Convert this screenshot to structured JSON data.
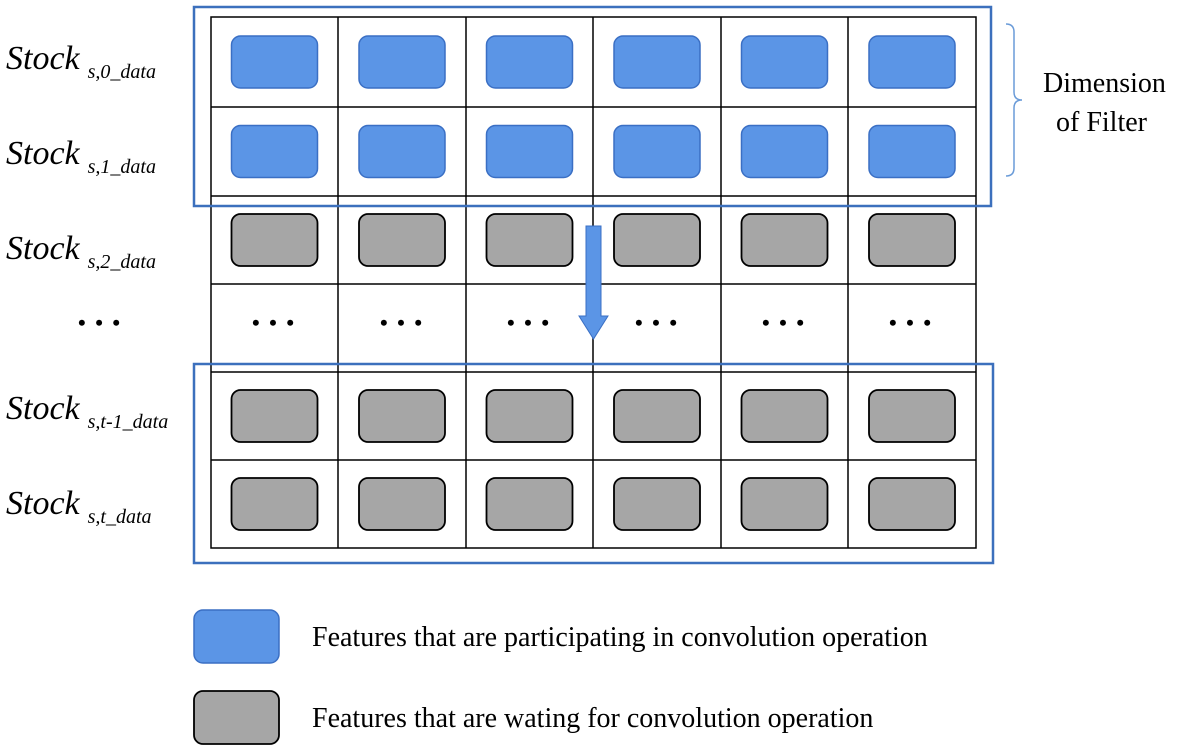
{
  "row_labels": [
    {
      "main": "Stock",
      "sub": "s,0_data"
    },
    {
      "main": "Stock",
      "sub": "s,1_data"
    },
    {
      "main": "Stock",
      "sub": "s,2_data"
    },
    {
      "main": "Stock",
      "sub": "s,t-1_data"
    },
    {
      "main": "Stock",
      "sub": "s,t_data"
    }
  ],
  "ellipsis": "…",
  "filter_label": {
    "line1": "Dimension",
    "line2": "of Filter"
  },
  "legend": {
    "participating": "Features that are participating in convolution operation",
    "waiting": "Features that are wating for convolution operation"
  },
  "grid": {
    "columns": 6,
    "rows": [
      "active",
      "active",
      "waiting",
      "ellipsis",
      "waiting",
      "waiting"
    ]
  },
  "colors": {
    "active_fill": "#5b95e6",
    "active_stroke": "#3a6fc4",
    "waiting_fill": "#a6a6a6",
    "waiting_stroke": "#000000",
    "frame": "#3c70bd",
    "arrow": "#5b95e6"
  }
}
